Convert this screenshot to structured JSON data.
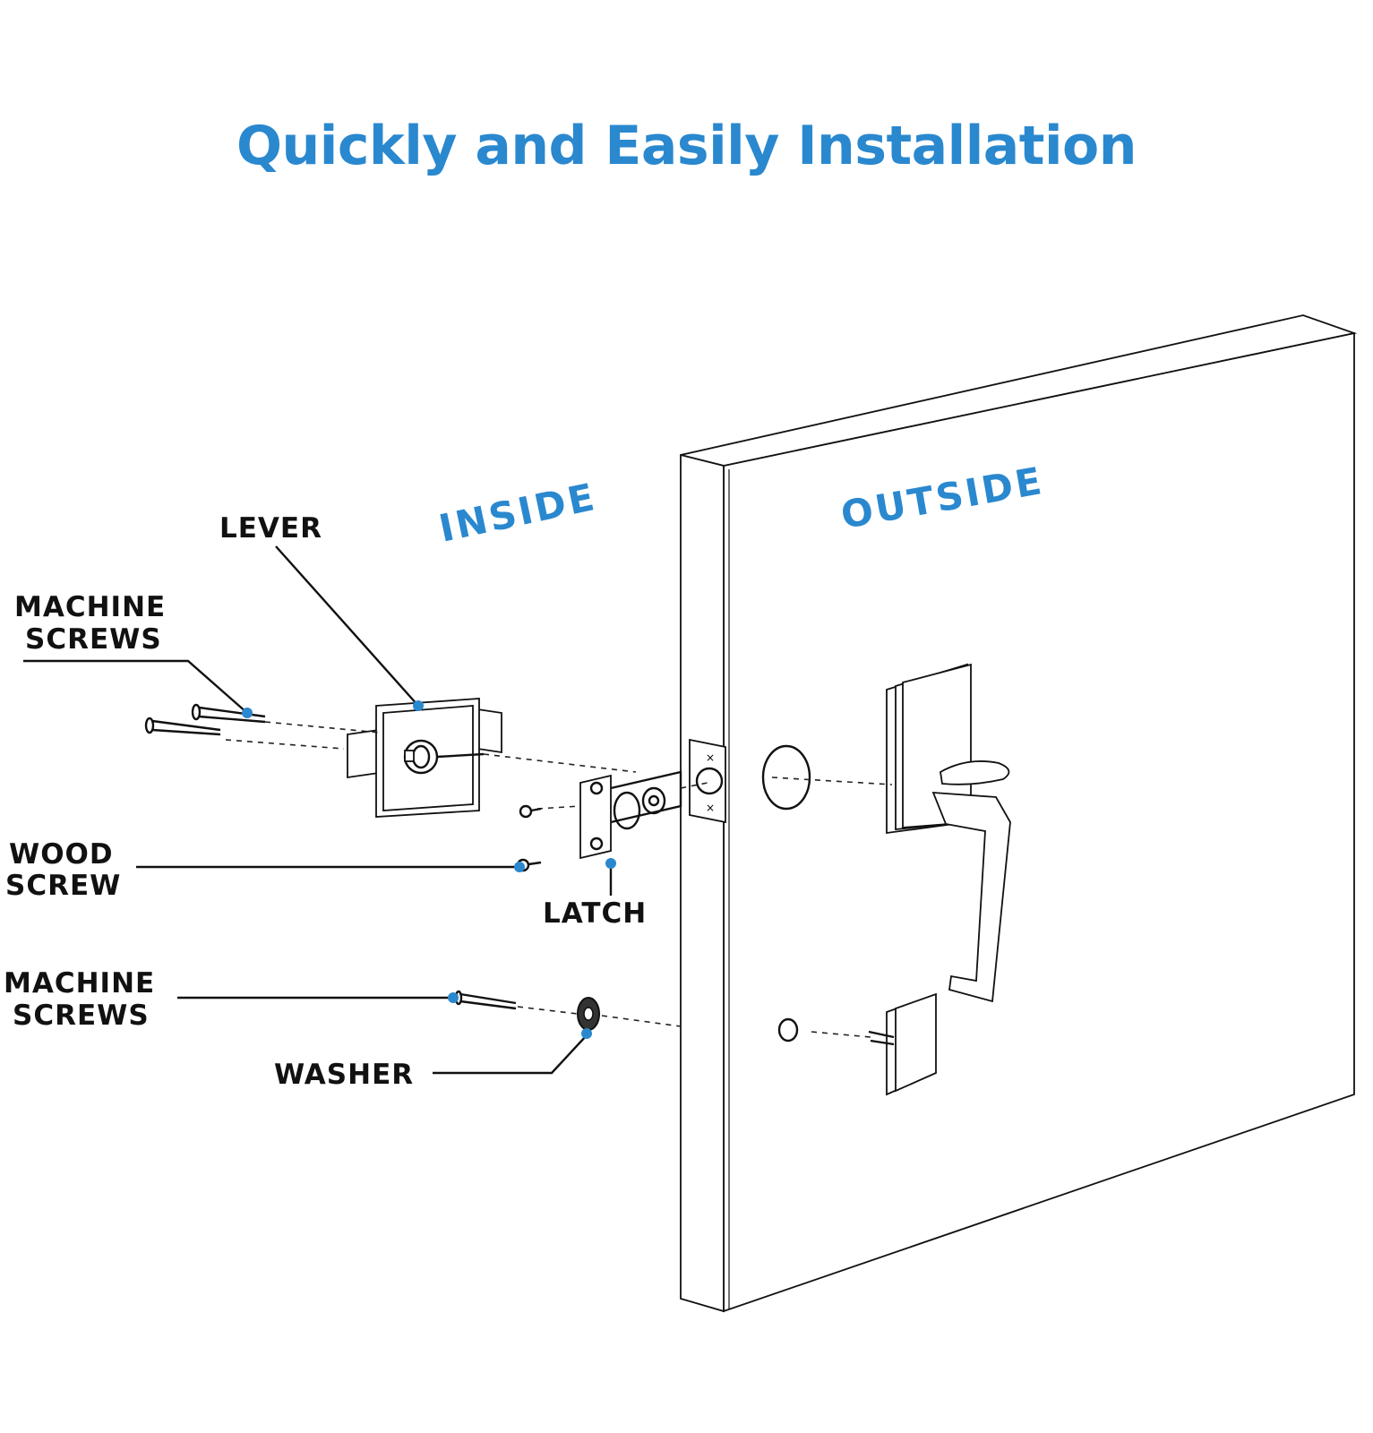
{
  "title": "Quickly and Easily Installation",
  "colors": {
    "accent": "#2a88cf",
    "line": "#111111",
    "background": "#ffffff"
  },
  "sides": {
    "inside": "INSIDE",
    "outside": "OUTSIDE"
  },
  "labels": {
    "lever": "LEVER",
    "machine_screws_top_1": "MACHINE",
    "machine_screws_top_2": "SCREWS",
    "wood_screw_1": "WOOD",
    "wood_screw_2": "SCREW",
    "latch": "LATCH",
    "machine_screws_bottom_1": "MACHINE",
    "machine_screws_bottom_2": "SCREWS",
    "washer": "WASHER"
  }
}
